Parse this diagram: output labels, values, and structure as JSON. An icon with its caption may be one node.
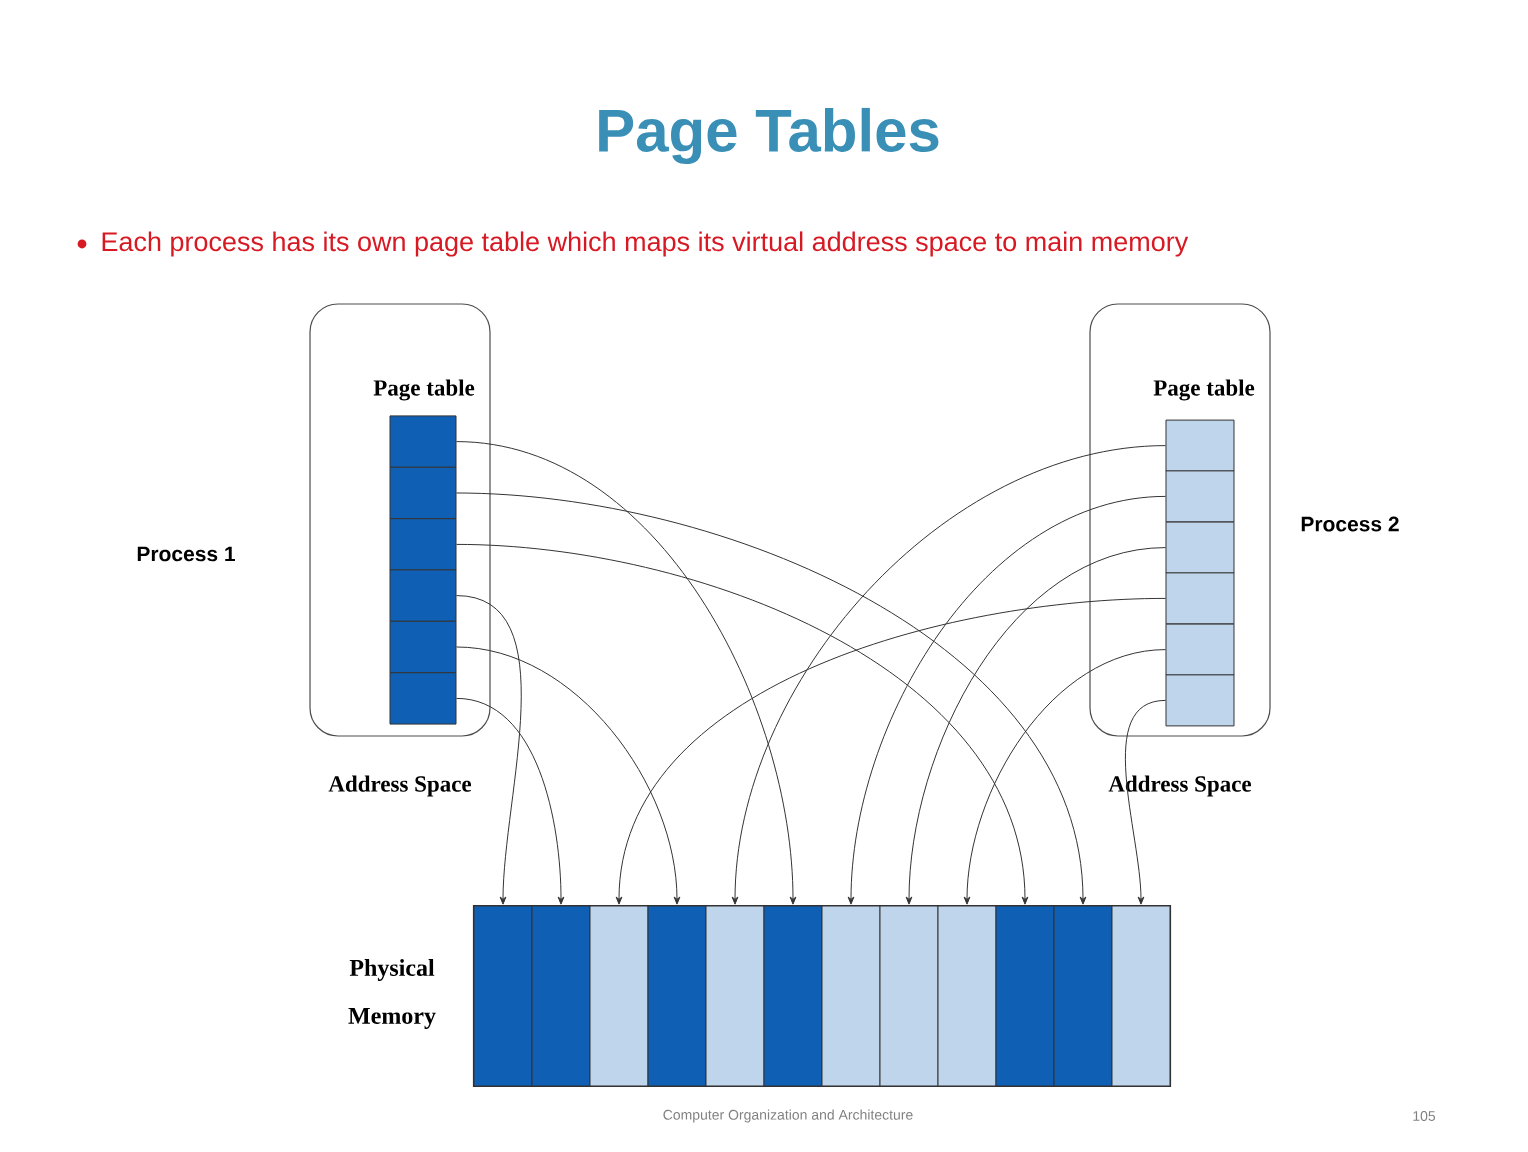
{
  "diagram": {
    "title": "Page Tables",
    "nodes": [
      {
        "text": [
          "Page table",
          "Address Space"
        ],
        "beside": [
          "Process 1"
        ]
      },
      {
        "text": [],
        "shape": "box",
        "in": 0
      },
      {
        "text": [],
        "shape": "box",
        "in": 0
      },
      {
        "text": [],
        "shape": "box",
        "in": 0
      },
      {
        "text": [],
        "shape": "box",
        "in": 0
      },
      {
        "text": [],
        "shape": "box",
        "in": 0
      },
      {
        "text": [],
        "shape": "box",
        "in": 0
      },
      {
        "text": [
          "Page table",
          "Address Space"
        ],
        "beside": [
          "Process 2"
        ]
      },
      {
        "text": [],
        "shape": "box",
        "in": 7
      },
      {
        "text": [],
        "shape": "box",
        "in": 7
      },
      {
        "text": [],
        "shape": "box",
        "in": 7
      },
      {
        "text": [],
        "shape": "box",
        "in": 7
      },
      {
        "text": [],
        "shape": "box",
        "in": 7
      },
      {
        "text": [],
        "shape": "box",
        "in": 7
      },
      {
        "text": [],
        "shape": "bar",
        "beside": [
          "Physical Memory"
        ]
      },
      {
        "text": [],
        "shape": "box",
        "in": 14
      },
      {
        "text": [],
        "shape": "box",
        "in": 14
      },
      {
        "text": [],
        "shape": "box",
        "in": 14
      },
      {
        "text": [],
        "shape": "box",
        "in": 14
      },
      {
        "text": [],
        "shape": "box",
        "in": 14
      },
      {
        "text": [],
        "shape": "box",
        "in": 14
      },
      {
        "text": [],
        "shape": "box",
        "in": 14
      },
      {
        "text": [],
        "shape": "box",
        "in": 14
      },
      {
        "text": [],
        "shape": "box",
        "in": 14
      },
      {
        "text": [],
        "shape": "box",
        "in": 14
      },
      {
        "text": [],
        "shape": "box",
        "in": 14
      },
      {
        "text": [],
        "shape": "box",
        "in": 14
      }
    ],
    "edges": [
      {
        "from": 1,
        "to": 20,
        "arrow": "to"
      },
      {
        "from": 2,
        "to": 25,
        "arrow": "to"
      },
      {
        "from": 3,
        "to": 24,
        "arrow": "to"
      },
      {
        "from": 4,
        "to": 15,
        "arrow": "to"
      },
      {
        "from": 5,
        "to": 18,
        "arrow": "to"
      },
      {
        "from": 6,
        "to": 16,
        "arrow": "to"
      },
      {
        "from": 8,
        "to": 19,
        "arrow": "to"
      },
      {
        "from": 9,
        "to": 21,
        "arrow": "to"
      },
      {
        "from": 10,
        "to": 22,
        "arrow": "to"
      },
      {
        "from": 11,
        "to": 17,
        "arrow": "to"
      },
      {
        "from": 12,
        "to": 23,
        "arrow": "to"
      },
      {
        "from": 13,
        "to": 26,
        "arrow": "to"
      }
    ],
    "labels": [
      "Each process has its own page table which maps its virtual address space to main memory",
      "Computer Organization and Architecture",
      "105"
    ]
  }
}
